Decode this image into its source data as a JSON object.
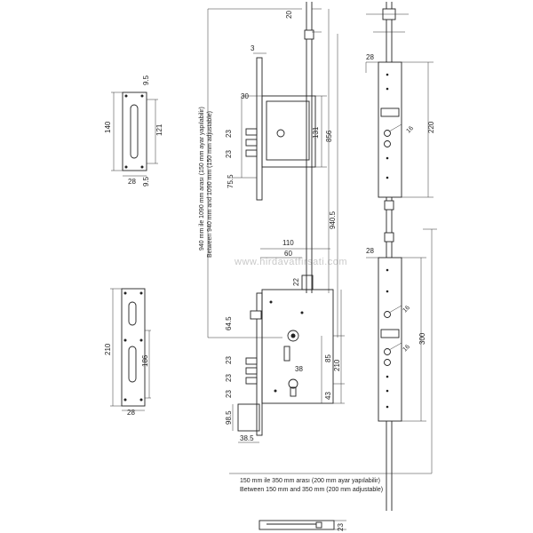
{
  "watermark": "www.hirdavatfirsati.com",
  "notes": {
    "vertical_range_tr": "940 mm ile 1090 mm arası (150 mm ayar yapılabilir)",
    "vertical_range_en": "Between 940 mm and 1090 mm (150 mm adjustable)",
    "horizontal_range_tr": "150 mm ile 350 mm arası (200 mm ayar yapılabilir)",
    "horizontal_range_en": "Between 150 mm and 350 mm (200 mm adjustable)"
  },
  "strike_small": {
    "height": "140",
    "inner": "121",
    "top_margin": "9.5",
    "bottom_margin": "9.5",
    "width": "28"
  },
  "strike_large": {
    "height": "210",
    "inner": "186",
    "width": "28"
  },
  "upper_lock": {
    "top_rod": "20",
    "plate_thickness": "3",
    "depth": "30",
    "latch_a": "23",
    "latch_b": "23",
    "offset": "75.5",
    "height": "131",
    "total": "856",
    "to_main": "940.5"
  },
  "main_lock": {
    "width": "110",
    "backset": "60",
    "front": "22",
    "latch_offset": "64.5",
    "bolt_a": "23",
    "bolt_b": "23",
    "spacing": "38",
    "distance": "85",
    "height": "210",
    "bottom": "43",
    "bolt_c": "23",
    "low_offset": "98.5",
    "depth": "38.5"
  },
  "faceplate_upper": {
    "width": "28",
    "height": "220",
    "screw": "16"
  },
  "faceplate_lower": {
    "width": "28",
    "height": "300",
    "screw_a": "16",
    "screw_b": "16"
  },
  "bottom_plate": {
    "size": "23"
  }
}
